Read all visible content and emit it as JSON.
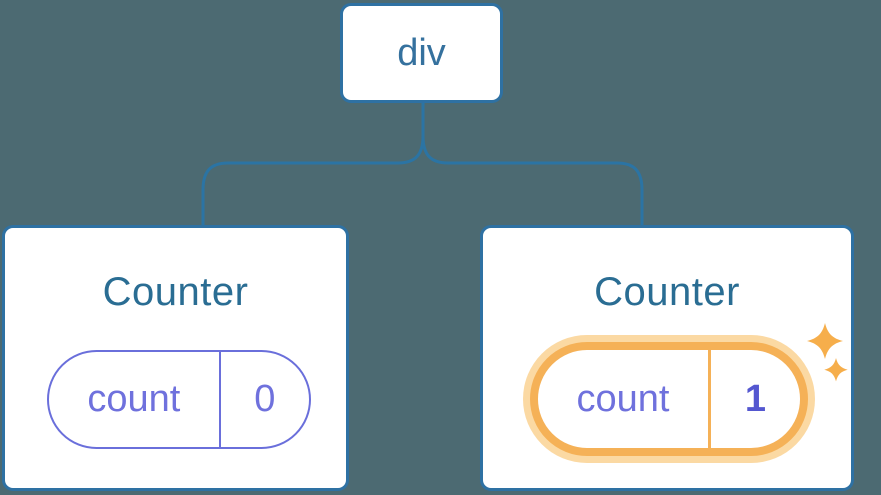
{
  "tree": {
    "root_label": "div",
    "children": [
      {
        "title": "Counter",
        "state_key": "count",
        "state_value": "0",
        "highlighted": false
      },
      {
        "title": "Counter",
        "state_key": "count",
        "state_value": "1",
        "highlighted": true
      }
    ]
  },
  "icons": {
    "sparkle": "four-pointed-star"
  },
  "colors": {
    "background": "#4C6A72",
    "card_background": "#FFFFFF",
    "card_border": "#2E71A3",
    "connector": "#2B74A4",
    "root_text": "#35719E",
    "title_text": "#2A6D93",
    "state_border": "#6A6FDB",
    "state_text": "#6F71DD",
    "state_value_bold": "#5457D0",
    "highlight_orange": "#F5B157",
    "highlight_halo": "#FBD9A3",
    "sparkle": "#F6AE4B"
  }
}
